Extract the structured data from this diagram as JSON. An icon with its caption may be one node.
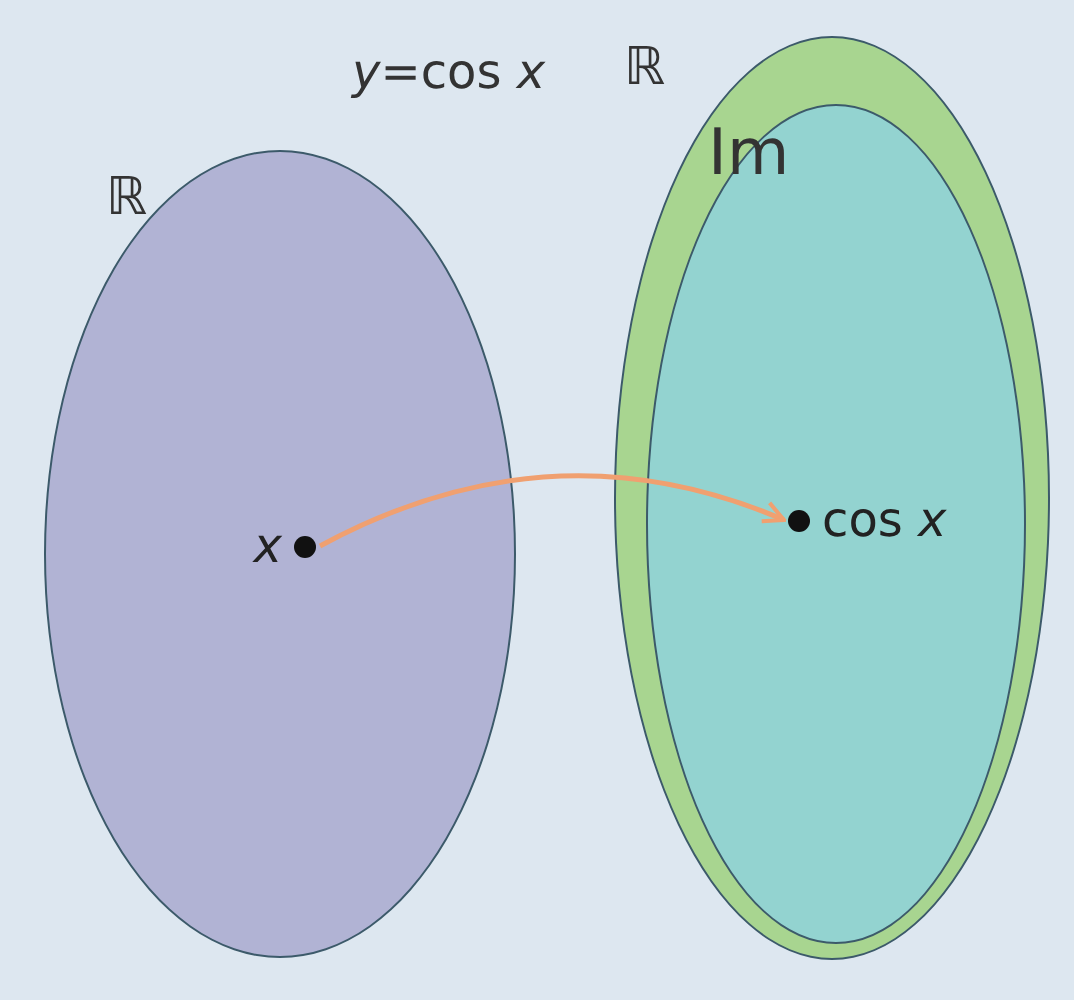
{
  "diagram": {
    "nodes": [
      {
        "text": [
          "ℝ"
        ]
      },
      {
        "text": [
          "x"
        ],
        "in": 0
      },
      {
        "text": [
          "ℝ"
        ]
      },
      {
        "text": [
          "Im"
        ],
        "in": 2
      },
      {
        "text": [
          "cos *x*"
        ],
        "in": 3
      }
    ],
    "edges": [
      {
        "from": 1,
        "to": 4,
        "arrow": "to",
        "color": "#f0a070"
      }
    ],
    "labels": [
      "*y*=cos *x*"
    ]
  }
}
